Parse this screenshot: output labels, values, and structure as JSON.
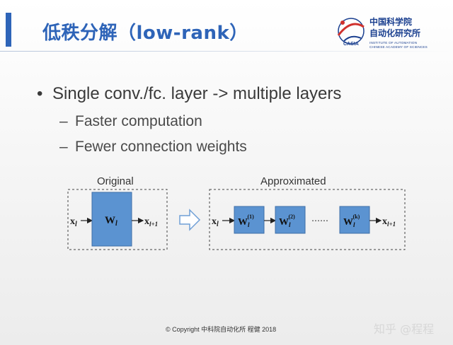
{
  "slide": {
    "title": "低秩分解（low-rank）",
    "logo": {
      "name_cn_line1": "中国科学院",
      "name_cn_line2": "自动化研究所",
      "name_en_line1": "INSTITUTE OF AUTOMATION",
      "name_en_line2": "CHINESE ACADEMY OF SCIENCES",
      "emblem_text": "CASIA"
    },
    "bullet_marker": "•",
    "sub_marker": "–",
    "bullets": {
      "main": "Single conv./fc. layer -> multiple layers",
      "sub1": "Faster computation",
      "sub2": "Fewer connection weights"
    },
    "diagram": {
      "original_label": "Original",
      "approx_label": "Approximated",
      "input": "x",
      "input_sub": "l",
      "output": "x",
      "output_sub": "l+1",
      "weight": "W",
      "weight_sub": "l",
      "factor_sups": [
        "(1)",
        "(2)",
        "(k)"
      ],
      "ellipsis": "……",
      "box_color": "#5b93d1"
    },
    "footer": "© Copyright 中科院自动化所 程健 2018",
    "watermark": "知乎 @程程"
  }
}
